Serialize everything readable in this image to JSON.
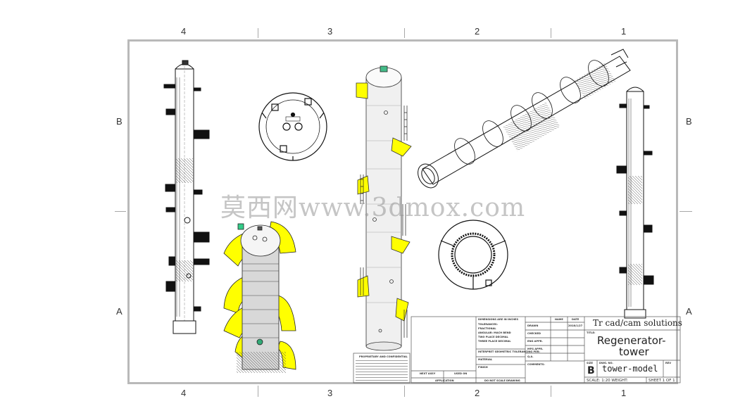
{
  "border": {
    "columns_top": [
      "4",
      "3",
      "2",
      "1"
    ],
    "columns_bottom": [
      "4",
      "3",
      "2",
      "1"
    ],
    "rows_left": [
      "B",
      "A"
    ],
    "rows_right": [
      "B",
      "A"
    ]
  },
  "title_block": {
    "company": "Tr cad/cam solutions",
    "title_line1": "Regenerator-",
    "title_line2": "tower",
    "size_label": "SIZE",
    "size": "B",
    "dwg_no_label": "DWG. NO.",
    "dwg_no": "tower-model",
    "rev_label": "REV",
    "title_label": "TITLE:",
    "name_label": "NAME",
    "date_label": "DATE",
    "drawn_label": "DRAWN",
    "drawn_date": "2018/1/27",
    "checked_label": "CHECKED",
    "eng_appr_label": "ENG APPR.",
    "mfg_appr_label": "MFG APPR.",
    "qa_label": "Q.A.",
    "comments_label": "COMMENTS:",
    "scale": "SCALE: 1:20 WEIGHT:",
    "sheet": "SHEET 1 OF 1",
    "next_assy": "NEXT ASSY",
    "used_on": "USED ON",
    "application": "APPLICATION",
    "do_not_scale": "DO NOT SCALE DRAWING",
    "finish": "FINISH",
    "material": "MATERIAL",
    "dims": "DIMENSIONS ARE IN INCHES",
    "tolerances": "TOLERANCES:",
    "fractional": "FRACTIONAL",
    "angular": "ANGULAR: MACH  BEND",
    "two_place": "TWO PLACE DECIMAL",
    "three_place": "THREE PLACE DECIMAL",
    "interpret": "INTERPRET GEOMETRIC TOLERANCING PER:",
    "proprietary_title": "PROPRIETARY AND CONFIDENTIAL"
  },
  "watermark": "莫西网www.3dmox.com"
}
